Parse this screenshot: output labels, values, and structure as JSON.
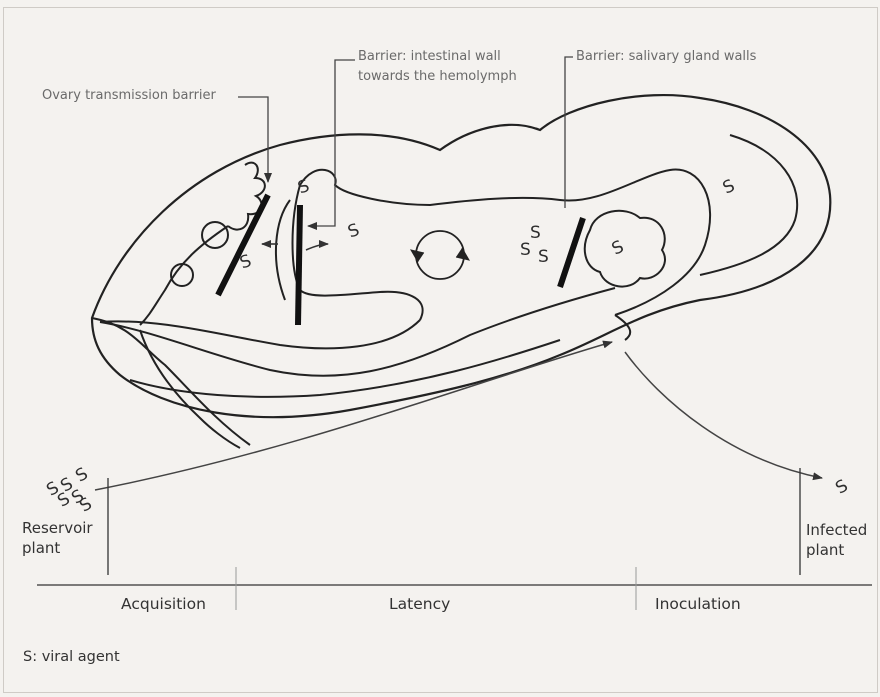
{
  "labels": {
    "ovary": "Ovary transmission barrier",
    "intestinal_line1": "Barrier: intestinal wall",
    "intestinal_line2": "towards the hemolymph",
    "salivary": "Barrier: salivary gland walls"
  },
  "plants": {
    "reservoir_line1": "Reservoir",
    "reservoir_line2": "plant",
    "infected_line1": "Infected",
    "infected_line2": "plant"
  },
  "phases": [
    "Acquisition",
    "Latency",
    "Inoculation"
  ],
  "legend": "S: viral agent",
  "agent_symbol": "S"
}
